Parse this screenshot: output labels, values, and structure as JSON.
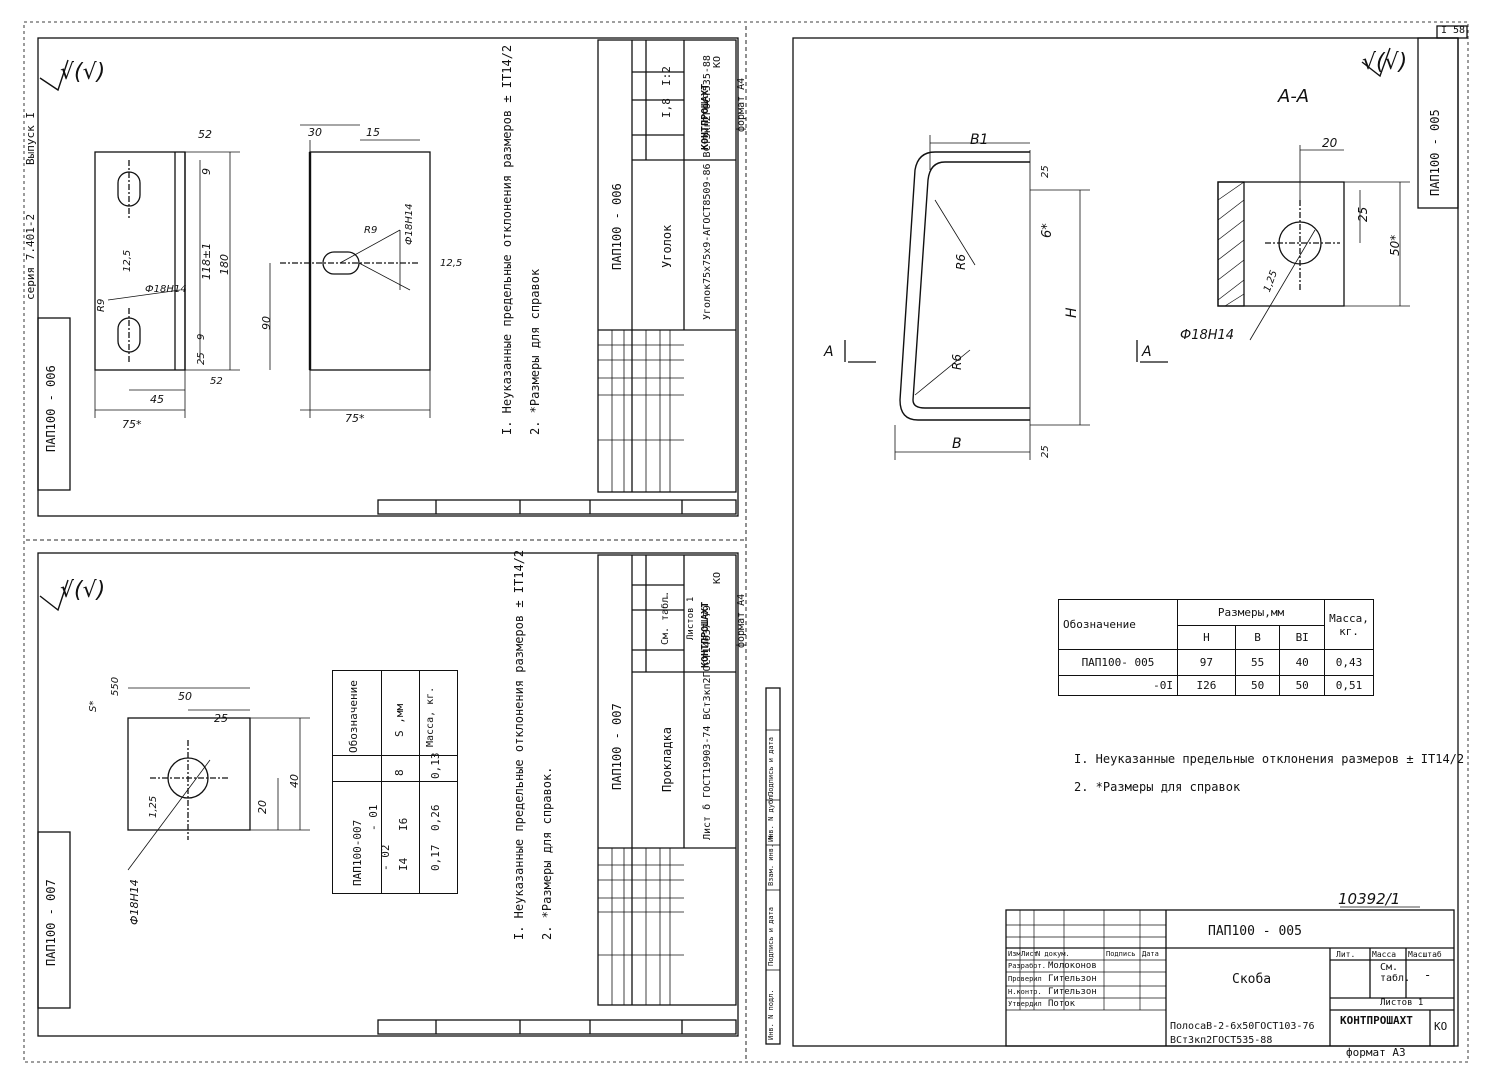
{
  "sheet_number": "I 58",
  "top_left": {
    "series": "серия 7.401-2",
    "issue": "Выпуск I",
    "side_code": "ПАП100 - 006",
    "roughness": "√(√)",
    "notes": [
      "I. Неуказанные предельные отклонения размеров ± IT14/2",
      "2. *Размеры для справок"
    ],
    "title_block": {
      "code": "ПАП100 - 006",
      "name": "Уголок",
      "material": "Уголок75х75х9-АГОСТ8509-86 ВСт3кп2ГОСТ535-88",
      "mass": "I,8",
      "scale": "I:2",
      "org": "КОНТПРОШАХТ",
      "format": "формат А4",
      "ko": "КО"
    },
    "dims": [
      "52",
      "9",
      "118±1",
      "180",
      "12,5",
      "R9",
      "Ф18Н14",
      "25",
      "9",
      "52",
      "45",
      "75*",
      "30",
      "15",
      "R9",
      "Ф18Н14",
      "12,5",
      "90",
      "75*"
    ]
  },
  "bottom_left": {
    "side_code": "ПАП100 - 007",
    "notes": [
      "I. Неуказанные предельные отклонения размеров ± IT14/2",
      "2. *Размеры для справок."
    ],
    "title_block": {
      "code": "ПАП100 - 007",
      "name": "Прокладка",
      "material": "Лист δ ГОСТ19903-74 ВСт3кп2ГОСТ14637-79",
      "mass": "См. табл.",
      "scale": "-",
      "sheets": "Листов 1",
      "org": "КОНТПРОШАХТ",
      "format": "формат А4",
      "ko": "КО"
    },
    "table": {
      "headers": [
        "Обозначение",
        "S ,мм",
        "Масса, кг."
      ],
      "rows": [
        [
          "ПАП100-007",
          "8",
          "0,13"
        ],
        [
          "- 01",
          "I6",
          "0,26"
        ],
        [
          "- 02",
          "I4",
          "0,17"
        ]
      ]
    },
    "dims": [
      "50",
      "25",
      "S*",
      "550",
      "40",
      "20",
      "1,25",
      "Ф18Н14"
    ]
  },
  "right": {
    "section_label": "А-А",
    "roughness": "√(√)",
    "side_code": "ПАП100 - 005",
    "dims": [
      "В1",
      "25",
      "6*",
      "R6",
      "Н",
      "R6",
      "В",
      "25",
      "20",
      "25",
      "50*",
      "1,25",
      "Ф18Н14",
      "А",
      "А"
    ],
    "table": {
      "headers": [
        "Обозначение",
        "Размеры,мм",
        "Масса, кг."
      ],
      "sub_headers": [
        "Н",
        "В",
        "ВI"
      ],
      "rows": [
        [
          "ПАП100- 005",
          "97",
          "55",
          "40",
          "0,43"
        ],
        [
          "-0I",
          "I26",
          "50",
          "50",
          "0,51"
        ]
      ]
    },
    "notes": [
      "I. Неуказанные предельные отклонения размеров ± IТ14/2",
      "2. *Размеры для справок"
    ],
    "stamp_number": "10392/1",
    "title_block": {
      "code": "ПАП100 - 005",
      "name": "Скоба",
      "material": "ПолосаВ-2-6х50ГОСТ103-76 ВСт3кп2ГОСТ535-88",
      "mass": "См. табл.",
      "scale": "-",
      "sheets": "Листов 1",
      "org": "КОНТПРОШАХТ",
      "format": "формат А3",
      "ko": "КО",
      "roles": [
        "Разработ.",
        "Проверил",
        "Н.контр.",
        "Утвердил"
      ],
      "people": [
        "Молоконов",
        "Гительзон",
        "Гительзон",
        "Поток"
      ],
      "header_cols": [
        "Изм",
        "Лист",
        "N докум.",
        "Подпись",
        "Дата"
      ],
      "lit_cols": [
        "Лит.",
        "Масса",
        "Масштаб"
      ]
    },
    "margin_labels": [
      "Инв. N подл.",
      "Подпись и дата",
      "Взам. инв. N",
      "Инв. N дубл.",
      "Подпись и дата"
    ]
  }
}
